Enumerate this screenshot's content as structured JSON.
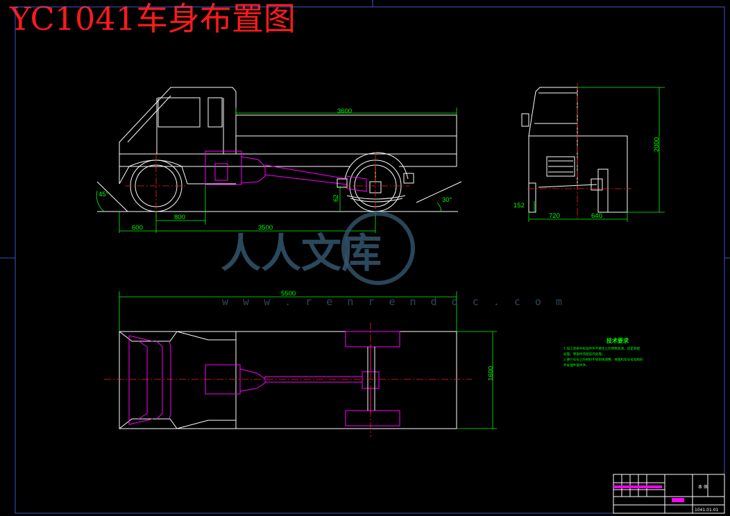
{
  "title": "YC1041车身布置图",
  "side_view": {
    "dim_length_body": "3600",
    "dim_front_overhang": "600",
    "dim_800": "800",
    "dim_wheelbase": "3500",
    "dim_approach_angle": "45°",
    "dim_departure_angle": "30°",
    "dim_ground_clearance": "62"
  },
  "front_view": {
    "dim_height": "2000",
    "dim_152": "152",
    "dim_720": "720",
    "dim_640": "640"
  },
  "top_view": {
    "dim_length_overall": "5500",
    "dim_width": "1600"
  },
  "technical_notes": {
    "heading": "技术要求",
    "items": [
      "1.加工连接中标准件件不要生之的带物资源。还是装配",
      "处理，零部件装配前的处理；",
      "2.便行号号之的材料不同则则调整。保留机车号号动则的",
      "件处理件部件件。"
    ]
  },
  "watermark": {
    "text": "人人文库",
    "url": "w w w . r e n r e n d o c . c o m"
  },
  "title_block": {
    "material": "本 体",
    "drawing_no": "1041.01.01"
  },
  "colors": {
    "background": "#000000",
    "outline": "#ffffff",
    "dimension": "#00ff00",
    "driveline": "#ff00ff",
    "centerline": "#ff2020",
    "border": "#4a6cff",
    "title": "#ff1a1a"
  }
}
